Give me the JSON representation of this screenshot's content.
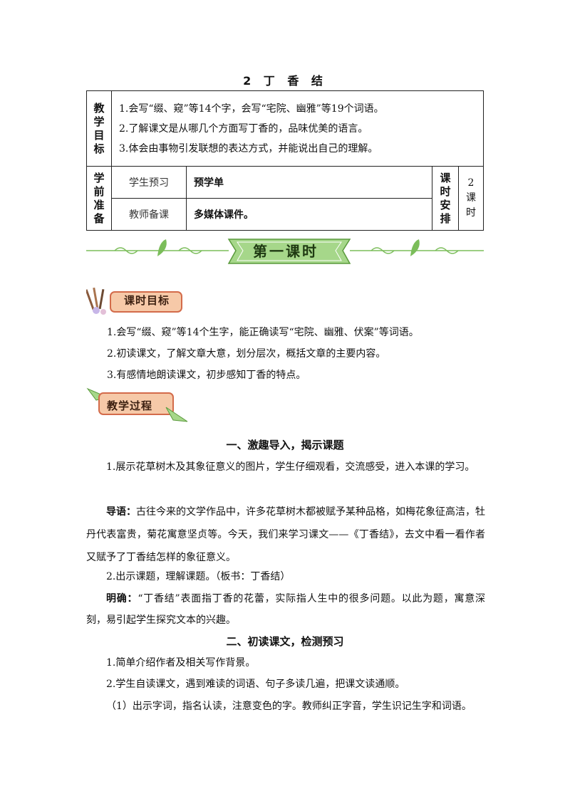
{
  "lesson_title": "2 丁 香 结",
  "table": {
    "goals_label": "教学目标",
    "goals": [
      "1.会写“缀、窥”等14个字，会写“宅院、幽雅”等19个词语。",
      "2.了解课文是从哪几个方面写丁香的，品味优美的语言。",
      "3.体会由事物引发联想的表达方式，并能说出自己的理解。"
    ],
    "prep_label": "学前准备",
    "student_prep_label": "学生预习",
    "student_prep_value": "预学单",
    "teacher_prep_label": "教师备课",
    "teacher_prep_value": "多媒体课件。",
    "schedule_label": "课时安排",
    "schedule_value_num": "2",
    "schedule_value_unit": "课时"
  },
  "banner_title": "第一课时",
  "badge_objectives": "课时目标",
  "objectives": [
    "1.会写“缀、窥”等14个生字，能正确读写“宅院、幽雅、伏案”等词语。",
    "2.初读课文，了解文章大意，划分层次，概括文章的主要内容。",
    "3.有感情地朗读课文，初步感知丁香的特点。"
  ],
  "badge_process": "教学过程",
  "section1_heading": "一、激趣导入，揭示课题",
  "section1_item1": "1.展示花草树木及其象征意义的图片，学生仔细观看，交流感受，进入本课的学习。",
  "guide_label": "导语：",
  "guide_text": "古往今来的文学作品中，许多花草树木都被赋予某种品格，如梅花象征高洁，牡丹代表富贵，菊花寓意坚贞等。今天，我们来学习课文——《丁香结》，去文中看一看作者又赋予了丁香结怎样的象征意义。",
  "section1_item2": "2.出示课题，理解课题。（板书：丁香结）",
  "clarify_label": "明确：",
  "clarify_text": "“丁香结”表面指丁香的花蕾，实际指人生中的很多问题。以此为题，寓意深刻，易引起学生探究文本的兴趣。",
  "section2_heading": "二、初读课文，检测预习",
  "section2_item1": "1.简单介绍作者及相关写作背景。",
  "section2_item2": "2.学生自读课文，遇到难读的词语、句子多读几遍，把课文读通顺。",
  "section2_item3": "（1）出示字词，指名认读，注意变色的字。教师纠正字音，学生识记生字和词语。",
  "colors": {
    "banner_green": "#a6d78a",
    "leaf_green": "#7bbd5a",
    "badge_peach": "#f6c9a8",
    "badge_border": "#d36b4a"
  }
}
